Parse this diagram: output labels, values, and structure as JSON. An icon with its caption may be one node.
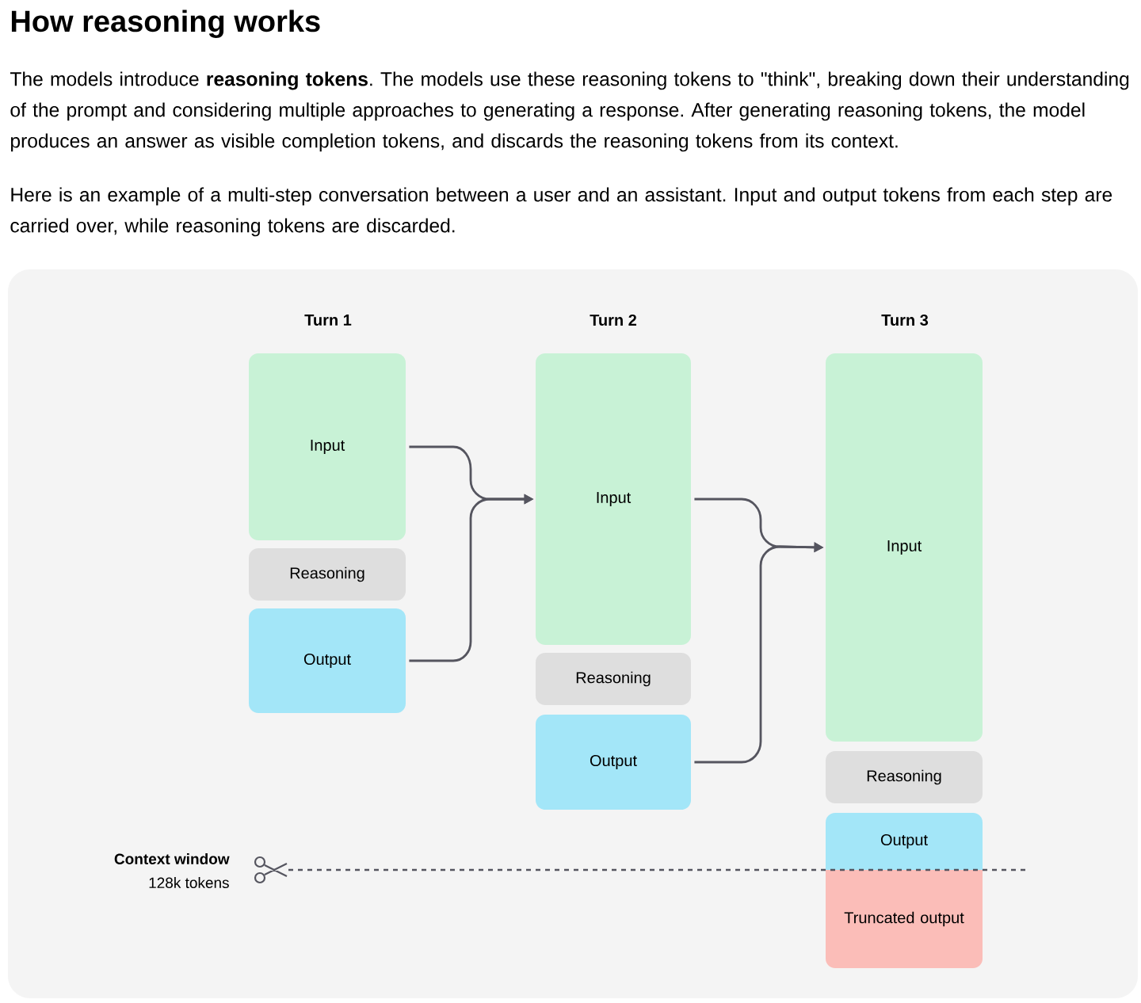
{
  "diagram": {
    "title": "How reasoning works",
    "nodes": [
      {
        "text": [
          "Input"
        ]
      },
      {
        "text": [
          "Reasoning"
        ]
      },
      {
        "text": [
          "Output"
        ]
      },
      {
        "text": [
          "Input"
        ]
      },
      {
        "text": [
          "Reasoning"
        ]
      },
      {
        "text": [
          "Output"
        ]
      },
      {
        "text": [
          "Input"
        ]
      },
      {
        "text": [
          "Reasoning"
        ]
      },
      {
        "text": [
          "Output"
        ]
      },
      {
        "text": [
          "Truncated output"
        ]
      }
    ],
    "edges": [
      {
        "from": 0,
        "to": 3,
        "arrow": "to"
      },
      {
        "from": 2,
        "to": 3,
        "arrow": "to"
      },
      {
        "from": 3,
        "to": 6,
        "arrow": "to"
      },
      {
        "from": 5,
        "to": 6,
        "arrow": "to"
      }
    ],
    "labels": [
      "The models introduce **reasoning tokens**. The models use these reasoning tokens to \"think\", breaking down their understanding of the prompt and considering multiple approaches to generating a response. After generating reasoning tokens, the model produces an answer as visible completion tokens, and discards the reasoning tokens from its context.",
      "Here is an example of a multi-step conversation between a user and an assistant. Input and output tokens from each step are carried over, while reasoning tokens are discarded.",
      "Turn 1",
      "Turn 2",
      "Turn 3",
      "Context window",
      "128k tokens"
    ]
  }
}
